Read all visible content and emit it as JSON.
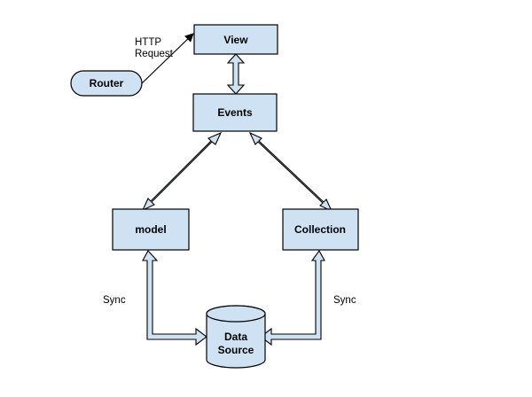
{
  "colors": {
    "box_fill": "#cfe2f3",
    "box_stroke": "#000000",
    "arrow_fill": "#cfe2f3",
    "line": "#000000",
    "background": "#ffffff"
  },
  "nodes": {
    "router": "Router",
    "view": "View",
    "events": "Events",
    "model": "model",
    "collection": "Collection",
    "datasource_line1": "Data",
    "datasource_line2": "Source"
  },
  "labels": {
    "http_line1": "HTTP",
    "http_line2": "Request",
    "sync_left": "Sync",
    "sync_right": "Sync"
  }
}
